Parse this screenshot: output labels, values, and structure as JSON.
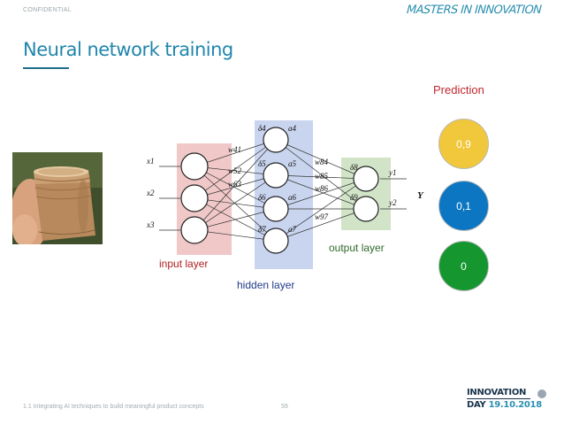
{
  "header": {
    "confidential": "CONFIDENTIAL",
    "brand": "MASTERS IN INNOVATION"
  },
  "slide": {
    "title": "Neural network training"
  },
  "prediction": {
    "label": "Prediction",
    "values": [
      "0,9",
      "0,1",
      "0"
    ],
    "colors": [
      "#f1c73b",
      "#0d76c2",
      "#15962f"
    ]
  },
  "diagram": {
    "input_symbol": "X",
    "output_symbol": "Y",
    "input_nodes": [
      "x1",
      "x2",
      "x3"
    ],
    "hidden_deltas": [
      "δ4",
      "δ5",
      "δ6",
      "δ7"
    ],
    "hidden_activations": [
      "a4",
      "a5",
      "a6",
      "a7"
    ],
    "weights_in": [
      "w41",
      "w52",
      "w63"
    ],
    "weights_out": [
      "w84",
      "w85",
      "w86",
      "w97"
    ],
    "output_deltas": [
      "δ8",
      "δ9"
    ],
    "output_nodes": [
      "y1",
      "y2"
    ],
    "layer_input": "input layer",
    "layer_hidden": "hidden layer",
    "layer_output": "output layer"
  },
  "footer": {
    "text": "1.1 Integrating AI techniques to build meaningful product concepts",
    "page": "59",
    "logo_line1": "INNOVATION",
    "logo_line2_a": "DAY ",
    "logo_line2_b": "19.10.2018"
  }
}
